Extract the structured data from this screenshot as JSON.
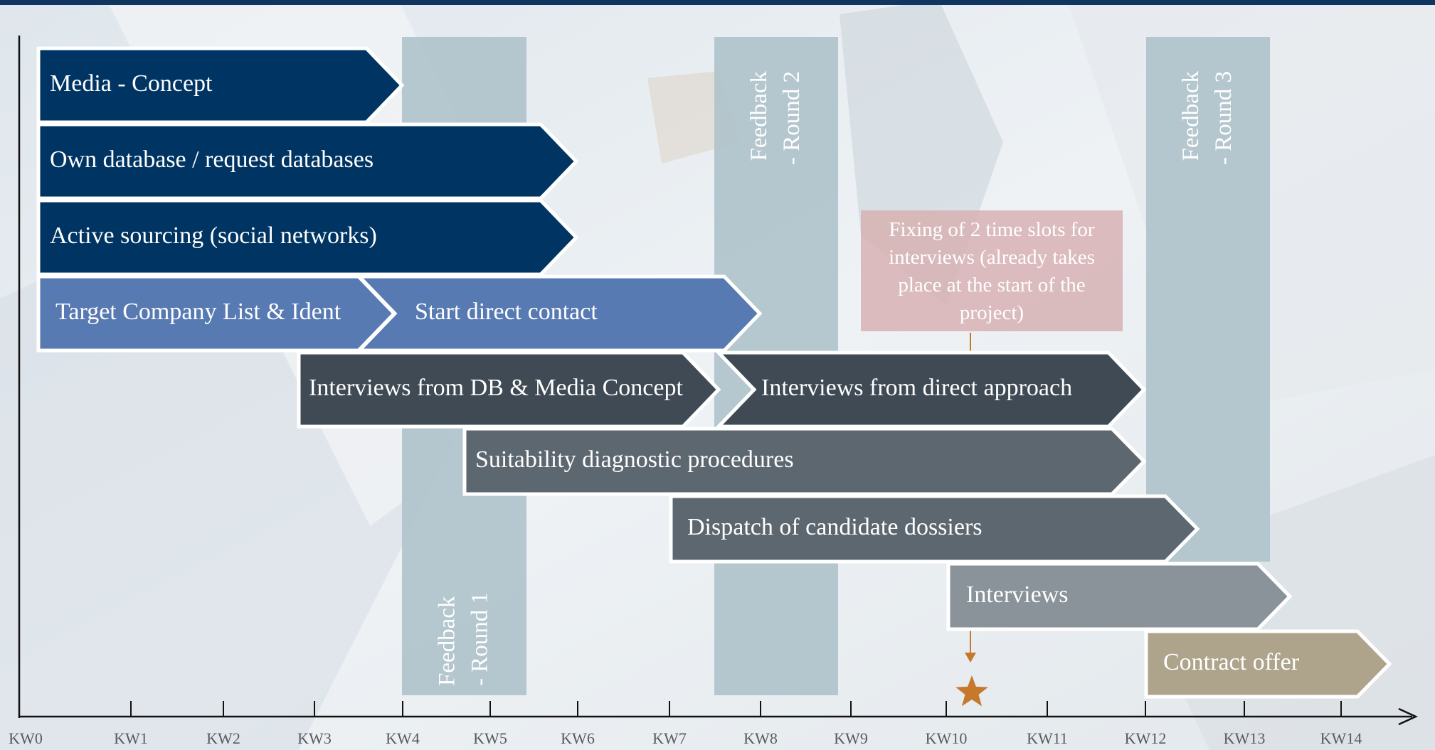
{
  "week_labels": [
    "KW0",
    "KW1",
    "KW2",
    "KW3",
    "KW4",
    "KW5",
    "KW6",
    "KW7",
    "KW8",
    "KW9",
    "KW10",
    "KW11",
    "KW12",
    "KW13",
    "KW14"
  ],
  "feedback_columns": [
    {
      "label_line1": "Feedback",
      "label_line2": "- Round 1"
    },
    {
      "label_line1": "Feedback",
      "label_line2": "- Round 2"
    },
    {
      "label_line1": "Feedback",
      "label_line2": "- Round 3"
    }
  ],
  "bars": [
    {
      "label": "Media - Concept",
      "color": "#003462"
    },
    {
      "label": "Own database / request databases",
      "color": "#003462"
    },
    {
      "label": "Active sourcing (social networks)",
      "color": "#003462"
    },
    {
      "label": "Target Company List & Ident",
      "color": "#587ab2"
    },
    {
      "label": "Start direct contact",
      "color": "#587ab2"
    },
    {
      "label": "Interviews from DB & Media Concept",
      "color": "#3f4a55"
    },
    {
      "label": "Interviews from direct approach",
      "color": "#3f4a55"
    },
    {
      "label": "Suitability diagnostic procedures",
      "color": "#5d6770"
    },
    {
      "label": "Dispatch of candidate dossiers",
      "color": "#5d6770"
    },
    {
      "label": "Interviews",
      "color": "#8a939a"
    },
    {
      "label": "Contract offer",
      "color": "#aea38b"
    }
  ],
  "note": {
    "lines": [
      "Fixing of 2 time slots for",
      "interviews (already takes",
      "place at the start of the",
      "project)"
    ],
    "color": "#d7b1b3"
  },
  "milestone": {
    "icon": "star-icon",
    "color": "#c6782c"
  },
  "colors": {
    "top_stripe": "#0f3560",
    "feedback": "#b0c3cb",
    "axis": "#111111"
  }
}
